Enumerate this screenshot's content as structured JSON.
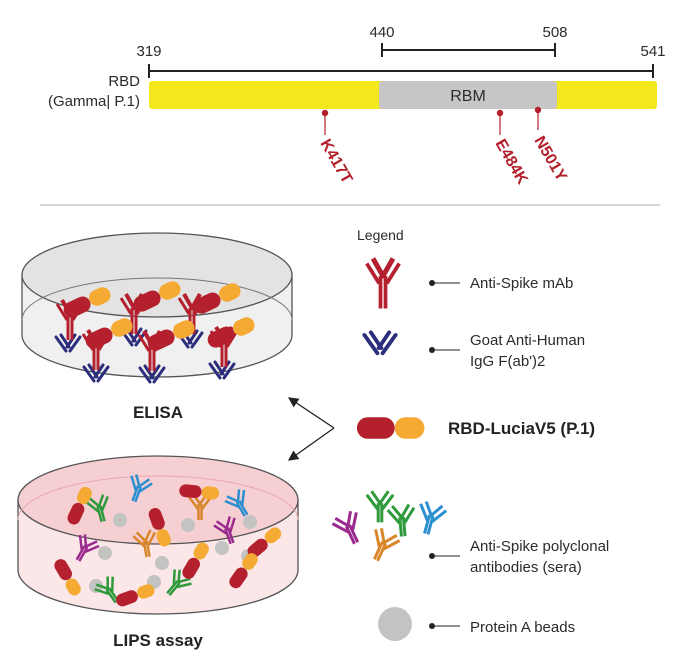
{
  "colors": {
    "rbd_bar": "#f2e81c",
    "rbm_box": "#c6c6c6",
    "mutation": "#b3202a",
    "antibody_red": "#b4202e",
    "antibody_navy": "#2c2e7c",
    "luciferase_orange": "#f4aa33",
    "dish_pink": "#f6cfd3",
    "bead_gray": "#c3c3c1",
    "ab_green": "#2e9a3c",
    "ab_blue": "#2b8fd0",
    "ab_orange": "#d9862a",
    "ab_purple": "#9b2a8e"
  },
  "rbd_map": {
    "label_line1": "RBD",
    "label_line2": "(Gamma| P.1)",
    "start": "319",
    "rbm_start": "440",
    "rbm_end": "508",
    "end": "541",
    "rbm_label": "RBM",
    "mutations": [
      "K417T",
      "E484K",
      "N501Y"
    ]
  },
  "legend": {
    "title": "Legend",
    "items": [
      {
        "icon": "anti-spike-mab-icon",
        "line1": "Anti-Spike mAb",
        "line2": ""
      },
      {
        "icon": "goat-anti-human-igg-icon",
        "line1": "Goat Anti-Human",
        "line2": "IgG F(ab')2"
      },
      {
        "icon": "anti-spike-polyclonal-icon",
        "line1": "Anti-Spike polyclonal",
        "line2": "antibodies (sera)"
      },
      {
        "icon": "protein-a-bead-icon",
        "line1": "Protein A beads",
        "line2": ""
      }
    ]
  },
  "probe": {
    "label": "RBD-LuciaV5 (P.1)"
  },
  "assays": {
    "elisa": "ELISA",
    "lips": "LIPS assay"
  }
}
